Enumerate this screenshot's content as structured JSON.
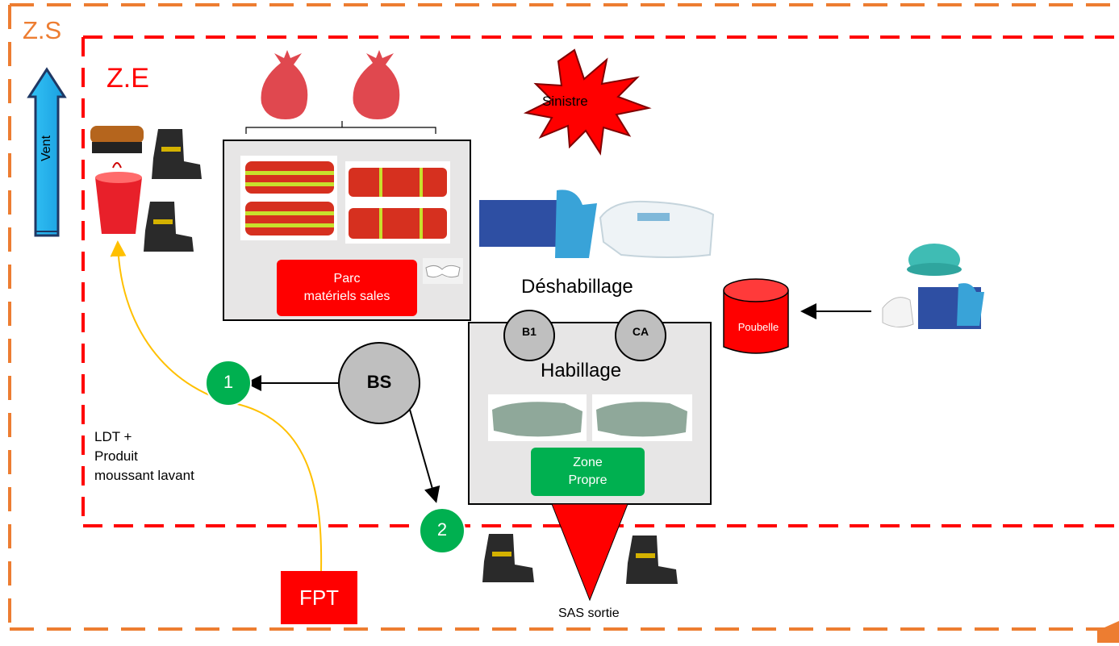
{
  "zones": {
    "zs_label": "Z.S",
    "ze_label": "Z.E"
  },
  "wind": {
    "label": "Vent"
  },
  "incident": {
    "label": "Sinistre"
  },
  "dirty_park": {
    "line1": "Parc",
    "line2": "matériels sales"
  },
  "undressing": {
    "label": "Déshabillage"
  },
  "dressing": {
    "label": "Habillage"
  },
  "clean_zone": {
    "line1": "Zone",
    "line2": "Propre"
  },
  "bin": {
    "label": "Poubelle"
  },
  "circles": {
    "b1": "B1",
    "ca": "CA",
    "bs": "BS",
    "step1": "1",
    "step2": "2"
  },
  "washing": {
    "line1": "LDT +",
    "line2": "Produit",
    "line3": "moussant lavant"
  },
  "exit": {
    "label": "SAS sortie"
  },
  "vehicle": {
    "label": "FPT"
  },
  "colors": {
    "zs_border": "#ed7d31",
    "ze_border": "#ff0000",
    "wind_arrow": "#1fb6f0",
    "step_circle": "#00b050",
    "grey_box": "#e7e6e6",
    "path_line": "#ffc000"
  },
  "icons": [
    "bag-icon",
    "brush-icon",
    "bucket-icon",
    "boot-icon",
    "suit-icon",
    "glasses-icon",
    "glove-box-icon",
    "wipes-icon",
    "cap-icon",
    "mask-icon",
    "coverall-icon"
  ]
}
